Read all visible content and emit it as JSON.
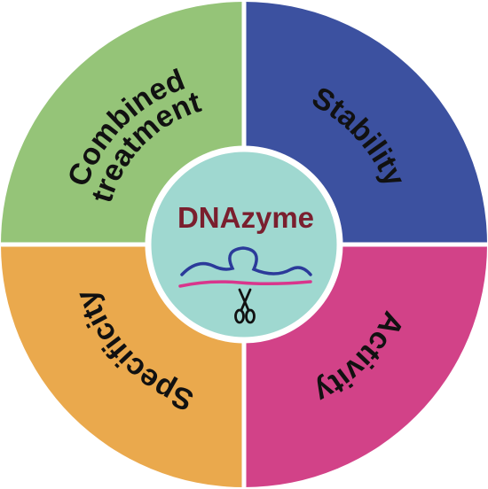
{
  "center": {
    "title": "DNAzyme",
    "fill": "#9fd8d0",
    "title_color": "#7a1f2e",
    "dna_strand_color": "#2b3a9a",
    "substrate_color": "#d9358c",
    "scissors_color": "#111111",
    "icon": "dna-scissors-icon"
  },
  "quadrants": {
    "stability": {
      "label": "Stability",
      "fill": "#3c51a0"
    },
    "activity": {
      "label": "Activity",
      "fill": "#d24288"
    },
    "specificity": {
      "label": "Specificity",
      "fill": "#eaa94d"
    },
    "combined": {
      "line1": "Combined",
      "line2": "treatment",
      "fill": "#95c478"
    }
  },
  "divider_color": "#ffffff"
}
